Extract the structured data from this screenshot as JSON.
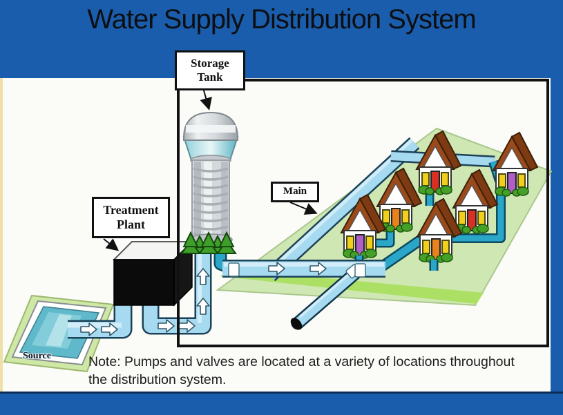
{
  "slide": {
    "title": "Water Supply Distribution System",
    "note_line1": "Note: Pumps and valves are located at a variety of locations throughout",
    "note_line2": "the distribution system."
  },
  "labels": {
    "storage_tank_line1": "Storage",
    "storage_tank_line2": "Tank",
    "treatment_plant_line1": "Treatment",
    "treatment_plant_line2": "Plant",
    "main": "Main",
    "source": "Source"
  },
  "colors": {
    "header_blue": "#1a5dad",
    "footer_blue": "#1a5dad",
    "pipe_light_blue": "#a6daf0",
    "pipe_outline": "#1c4258",
    "pipe_teal": "#2aa6c9",
    "lawn_green": "#cfe7b2",
    "lawn_bright_green": "#abe065",
    "water_teal": "#5fb9cb",
    "tree_green": "#3f9e2a",
    "roof_brown": "#9c4a1a",
    "plant_black": "#0b0b0b",
    "tank_gray": "#d4d9dc"
  },
  "houses": [
    {
      "id": "house-back-left",
      "door_color": "#d93025"
    },
    {
      "id": "house-back-right",
      "door_color": "#b05fc9"
    },
    {
      "id": "house-mid-left",
      "door_color": "#e8821e"
    },
    {
      "id": "house-mid-right",
      "door_color": "#d93025"
    },
    {
      "id": "house-front-left",
      "door_color": "#b05fc9"
    },
    {
      "id": "house-front-right",
      "door_color": "#e8821e"
    }
  ]
}
